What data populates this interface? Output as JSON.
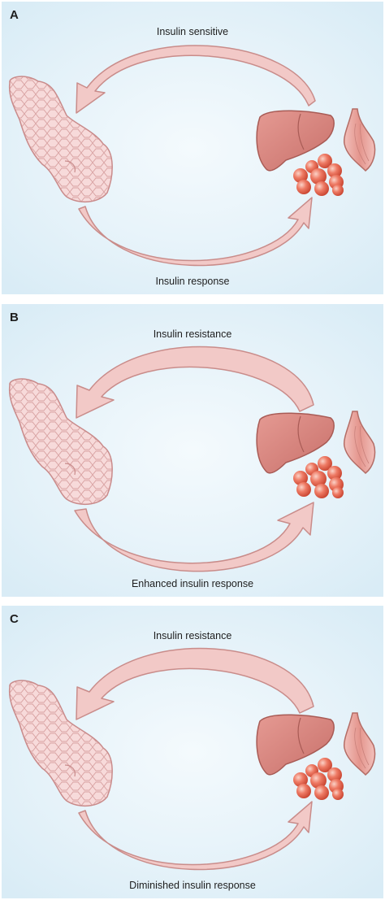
{
  "panels": [
    {
      "letter": "A",
      "top_label": "Insulin sensitive",
      "bottom_label": "Insulin response",
      "arrow_top": "thin",
      "arrow_bottom": "thin"
    },
    {
      "letter": "B",
      "top_label": "Insulin resistance",
      "bottom_label": "Enhanced insulin response",
      "arrow_top": "thick",
      "arrow_bottom": "thick"
    },
    {
      "letter": "C",
      "top_label": "Insulin resistance",
      "bottom_label": "Diminished insulin response",
      "arrow_top": "thick",
      "arrow_bottom": "thin"
    }
  ],
  "colors": {
    "background": "#dcedf6",
    "arrow_fill": "#f2c9c7",
    "arrow_stroke": "#c98c8a",
    "pancreas": "#f6d6d6",
    "liver": "#d98781",
    "fat": "#e36450",
    "muscle": "#e8a39c"
  },
  "icons": [
    "pancreas-icon",
    "liver-icon",
    "adipose-tissue-icon",
    "muscle-icon"
  ]
}
